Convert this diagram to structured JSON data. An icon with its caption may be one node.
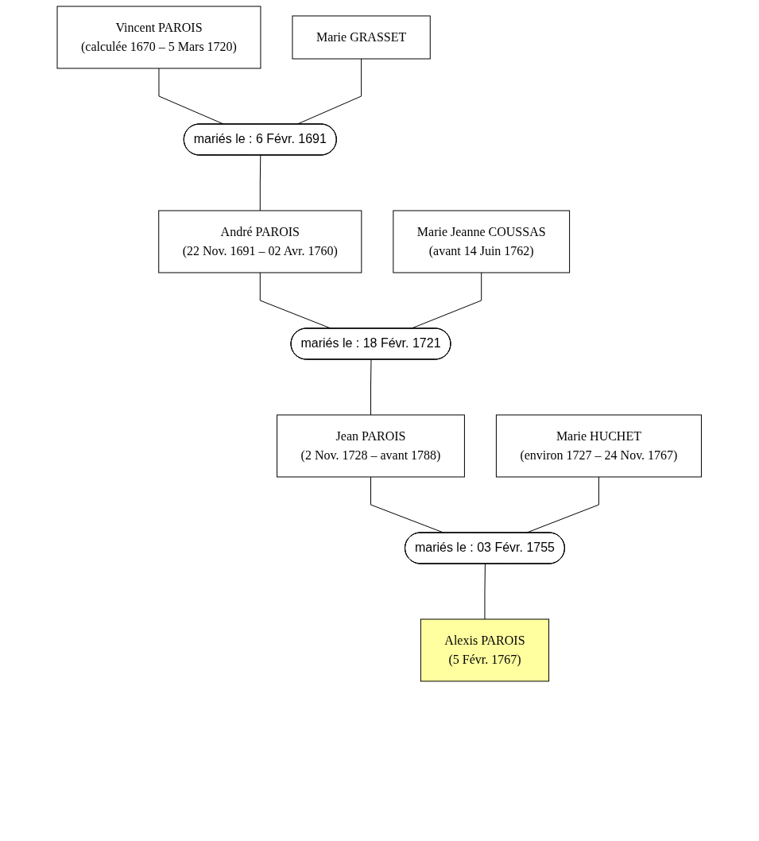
{
  "diagram": {
    "nodes": [
      {
        "text": [
          "Vincent PAROIS",
          "(calculée 1670 – 5 Mars 1720)"
        ]
      },
      {
        "text": [
          "Marie GRASSET"
        ]
      },
      {
        "text": [
          "mariés le : 6 Févr. 1691"
        ]
      },
      {
        "text": [
          "André PAROIS",
          "(22 Nov. 1691 – 02 Avr. 1760)"
        ]
      },
      {
        "text": [
          "Marie Jeanne COUSSAS",
          "(avant 14 Juin 1762)"
        ]
      },
      {
        "text": [
          "mariés le : 18 Févr. 1721"
        ]
      },
      {
        "text": [
          "Jean PAROIS",
          "(2 Nov. 1728 – avant 1788)"
        ]
      },
      {
        "text": [
          "Marie HUCHET",
          "(environ 1727 – 24 Nov. 1767)"
        ]
      },
      {
        "text": [
          "mariés le : 03 Févr. 1755"
        ]
      },
      {
        "text": [
          "Alexis PAROIS",
          "(5 Févr. 1767)"
        ]
      }
    ],
    "edges": [
      {
        "from": 0,
        "to": 2,
        "arrow": "none"
      },
      {
        "from": 1,
        "to": 2,
        "arrow": "none"
      },
      {
        "from": 2,
        "to": 3,
        "arrow": "none"
      },
      {
        "from": 3,
        "to": 5,
        "arrow": "none"
      },
      {
        "from": 4,
        "to": 5,
        "arrow": "none"
      },
      {
        "from": 5,
        "to": 6,
        "arrow": "none"
      },
      {
        "from": 6,
        "to": 8,
        "arrow": "none"
      },
      {
        "from": 7,
        "to": 8,
        "arrow": "none"
      },
      {
        "from": 8,
        "to": 9,
        "arrow": "none"
      }
    ]
  }
}
